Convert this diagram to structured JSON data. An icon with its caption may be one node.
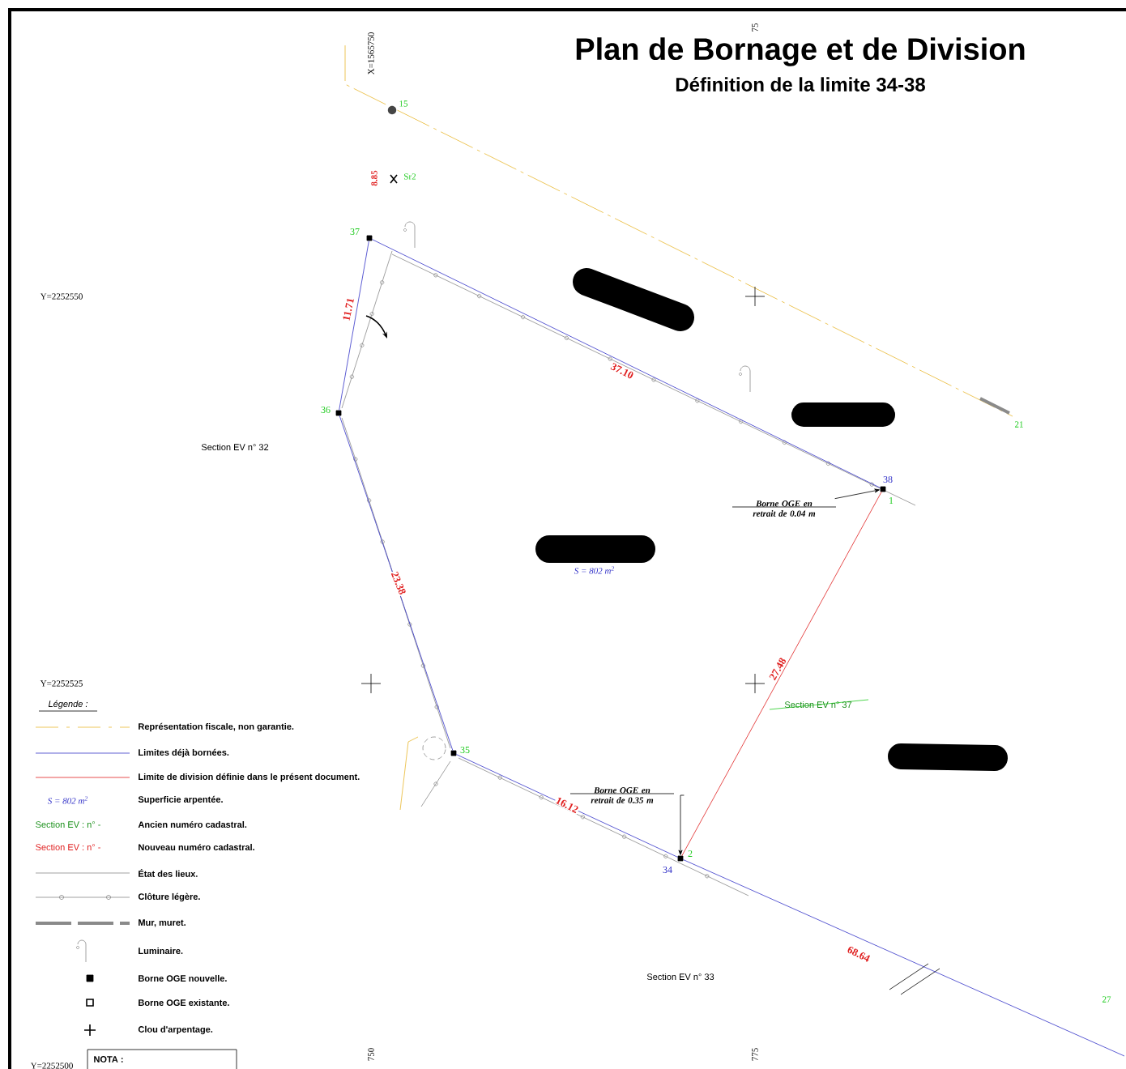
{
  "diagram": {
    "title": "Plan de Bornage et de Division",
    "nodes": [
      {
        "text": [
          "37"
        ]
      },
      {
        "text": [
          "38",
          "1"
        ]
      },
      {
        "text": [
          "36"
        ]
      },
      {
        "text": [
          "35"
        ]
      },
      {
        "text": [
          "34",
          "2"
        ]
      },
      {
        "text": [
          "Borne OGE en retrait de 0.04 m"
        ]
      },
      {
        "text": [
          "Borne OGE en retrait de 0.35 m"
        ]
      }
    ],
    "edges": [
      {
        "from": 0,
        "to": 1,
        "arrow": "none",
        "label": "37.10"
      },
      {
        "from": 0,
        "to": 2,
        "arrow": "none",
        "label": "11.71"
      },
      {
        "from": 2,
        "to": 3,
        "arrow": "none",
        "label": "23.38"
      },
      {
        "from": 3,
        "to": 4,
        "arrow": "none",
        "label": "16.12"
      },
      {
        "from": 4,
        "to": 1,
        "arrow": "none",
        "label": "27.48",
        "color": "#e02020"
      },
      {
        "from": 4,
        "to": null,
        "arrow": "none",
        "label": "68.64"
      },
      {
        "from": 5,
        "to": 1,
        "arrow": "to",
        "color": "#000000"
      },
      {
        "from": 6,
        "to": 4,
        "arrow": "to",
        "color": "#000000"
      }
    ],
    "labels": [
      "Définition de la limite 34-38",
      "X=1565750",
      "75",
      "15",
      "8.85",
      "Sr2",
      "21",
      "Y=2252550",
      "Section EV n° 32",
      "S = 802 m$^{2}$",
      "Section EV n° 37",
      "Y=2252525",
      "Section EV n° 33",
      "27",
      "Légende :",
      "S = 802 m$^{2}$",
      "Section EV : n° -",
      "Section EV : n° -",
      "NOTA :",
      "Y=2252500",
      "750",
      "775"
    ],
    "legend": [
      {
        "text": "Représentation fiscale, non garantie."
      },
      {
        "text": "Limites déjà bornées."
      },
      {
        "text": "Limite de division définie dans le présent document."
      },
      {
        "text": "Superficie arpentée."
      },
      {
        "text": "Ancien numéro cadastral."
      },
      {
        "text": "Nouveau numéro cadastral."
      },
      {
        "text": "État des lieux."
      },
      {
        "text": "Clôture légère."
      },
      {
        "text": "Mur, muret."
      },
      {
        "text": "Luminaire."
      },
      {
        "text": "Borne OGE nouvelle."
      },
      {
        "text": "Borne OGE existante."
      },
      {
        "text": "Clou d'arpentage."
      }
    ]
  }
}
